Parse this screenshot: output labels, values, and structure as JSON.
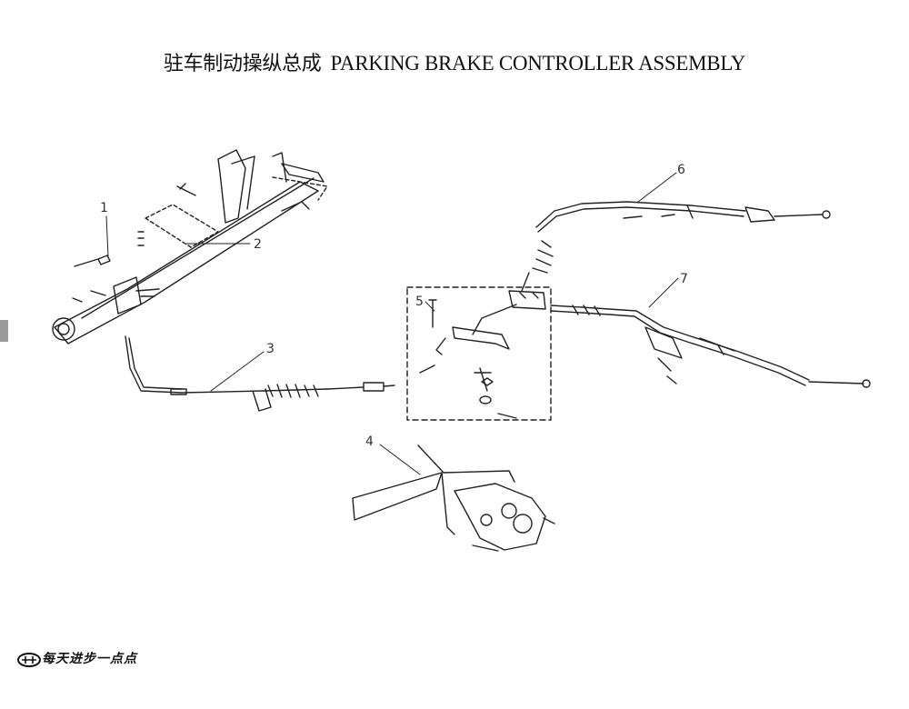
{
  "title": {
    "chinese": "驻车制动操纵总成",
    "english": "PARKING BRAKE CONTROLLER ASSEMBLY"
  },
  "callouts": [
    "1",
    "2",
    "3",
    "4",
    "5",
    "6",
    "7"
  ],
  "logo": {
    "icon": "manufacturer-emblem-icon",
    "slogan": "每天进步一点点"
  },
  "colors": {
    "line": "#222222",
    "background": "#ffffff"
  }
}
